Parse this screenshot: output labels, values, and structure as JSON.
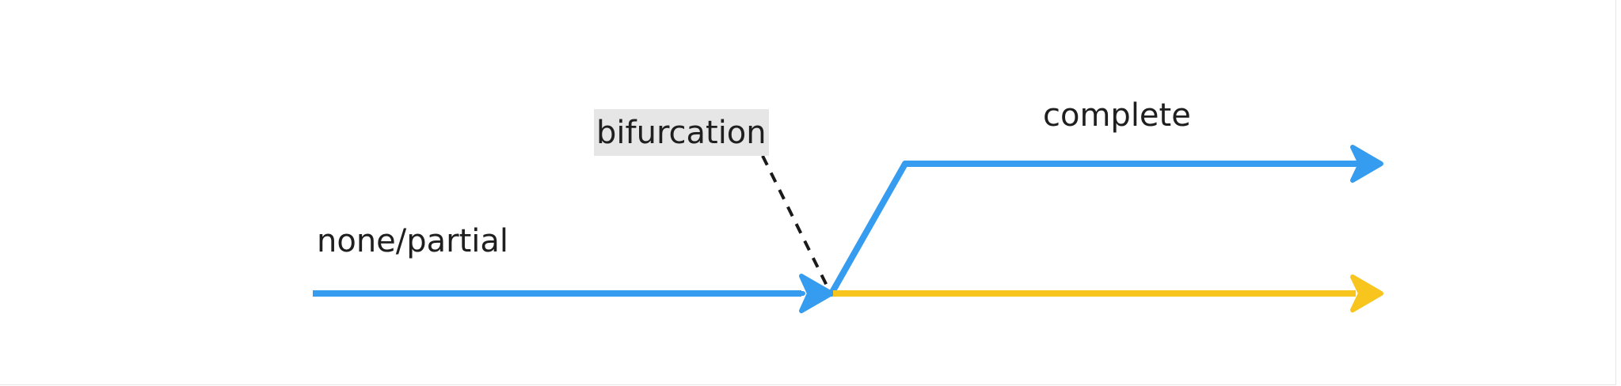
{
  "labels": {
    "incoming": "none/partial",
    "split_point": "bifurcation",
    "upper_branch": "complete"
  },
  "colors": {
    "incoming_arrow": "#359cf0",
    "upper_branch_arrow": "#359cf0",
    "lower_branch_arrow": "#f7c51d",
    "callout_line": "#1a1a1a",
    "callout_background": "#e6e6e6",
    "text": "#1f1f1f"
  }
}
